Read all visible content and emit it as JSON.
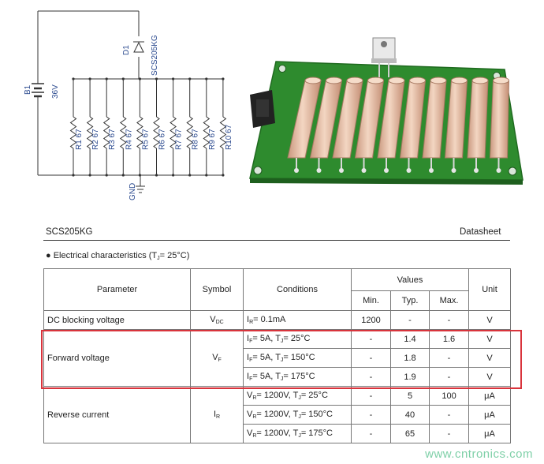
{
  "schematic": {
    "diode_ref": "D1",
    "diode_part": "SCS205KG",
    "battery_ref": "B1",
    "battery_value": "36V",
    "gnd_label": "GND",
    "resistors": [
      {
        "ref": "R1",
        "value": "67"
      },
      {
        "ref": "R2",
        "value": "67"
      },
      {
        "ref": "R3",
        "value": "67"
      },
      {
        "ref": "R4",
        "value": "67"
      },
      {
        "ref": "R5",
        "value": "67"
      },
      {
        "ref": "R6",
        "value": "67"
      },
      {
        "ref": "R7",
        "value": "67"
      },
      {
        "ref": "R8",
        "value": "67"
      },
      {
        "ref": "R9",
        "value": "67"
      },
      {
        "ref": "R10",
        "value": "67"
      }
    ]
  },
  "board": {
    "pcb_color": "#2e8b2e",
    "resistor_color": "#e8c1a8"
  },
  "datasheet": {
    "part": "SCS205KG",
    "doc_type": "Datasheet",
    "section_bullet": "●",
    "section_title": "Electrical characteristics (T",
    "section_title_sub": "J",
    "section_title_end": "= 25°C)",
    "headers": {
      "parameter": "Parameter",
      "symbol": "Symbol",
      "conditions": "Conditions",
      "values": "Values",
      "min": "Min.",
      "typ": "Typ.",
      "max": "Max.",
      "unit": "Unit"
    },
    "dc": {
      "parameter": "DC blocking voltage",
      "symbol": "V",
      "symbol_sub": "DC",
      "condition": "I",
      "condition_sub": "R",
      "condition_end": "= 0.1mA",
      "min": "1200",
      "typ": "-",
      "max": "-",
      "unit": "V"
    },
    "forward": {
      "parameter": "Forward voltage",
      "symbol": "V",
      "symbol_sub": "F",
      "rows": [
        {
          "c1": "I",
          "s1": "F",
          "c2": "= 5A, T",
          "s2": "J",
          "c3": "= 25°C",
          "min": "-",
          "typ": "1.4",
          "max": "1.6",
          "unit": "V"
        },
        {
          "c1": "I",
          "s1": "F",
          "c2": "= 5A, T",
          "s2": "J",
          "c3": "= 150°C",
          "min": "-",
          "typ": "1.8",
          "max": "-",
          "unit": "V"
        },
        {
          "c1": "I",
          "s1": "F",
          "c2": "= 5A, T",
          "s2": "J",
          "c3": "= 175°C",
          "min": "-",
          "typ": "1.9",
          "max": "-",
          "unit": "V"
        }
      ]
    },
    "reverse": {
      "parameter": "Reverse current",
      "symbol": "I",
      "symbol_sub": "R",
      "rows": [
        {
          "c1": "V",
          "s1": "R",
          "c2": "= 1200V, T",
          "s2": "J",
          "c3": "= 25°C",
          "min": "-",
          "typ": "5",
          "max": "100",
          "unit": "μA"
        },
        {
          "c1": "V",
          "s1": "R",
          "c2": "= 1200V, T",
          "s2": "J",
          "c3": "= 150°C",
          "min": "-",
          "typ": "40",
          "max": "-",
          "unit": "μA"
        },
        {
          "c1": "V",
          "s1": "R",
          "c2": "= 1200V, T",
          "s2": "J",
          "c3": "= 175°C",
          "min": "-",
          "typ": "65",
          "max": "-",
          "unit": "μA"
        }
      ]
    },
    "highlight_color": "#d9343c"
  },
  "watermark": "www.cntronics.com"
}
